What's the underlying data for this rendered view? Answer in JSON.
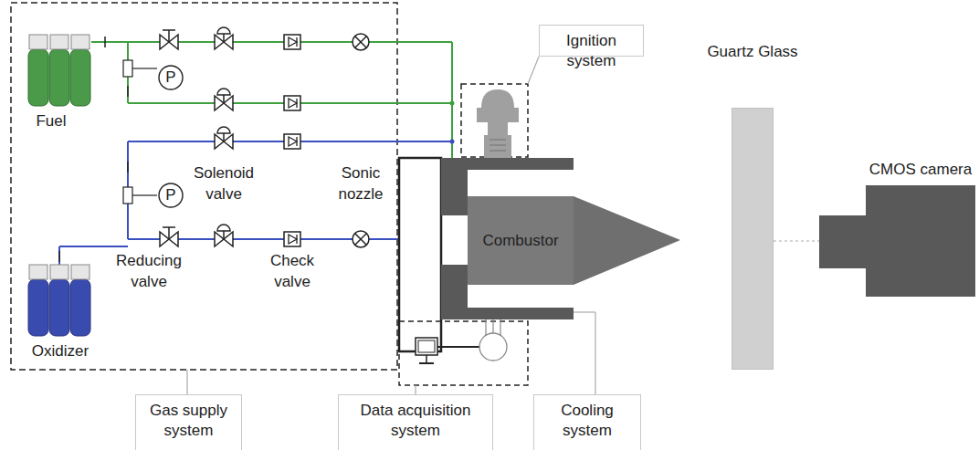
{
  "diagram": {
    "nodes": [
      {
        "text": [
          "Ignition system"
        ]
      },
      {
        "text": [
          "P"
        ]
      },
      {
        "text": [
          "Guartz Glass"
        ]
      },
      {
        "text": [
          "P"
        ]
      },
      {
        "text": [
          "Combustor"
        ]
      },
      {
        "text": [
          "CMOS camera"
        ]
      },
      {
        "text": [
          "Gas supply system"
        ]
      },
      {
        "text": [
          "Data acquisition system"
        ]
      },
      {
        "text": [
          "Cooling system"
        ]
      }
    ],
    "labels": [
      "Fuel",
      "Solenoid valve",
      "Sonic nozzle",
      "Reducing valve",
      "Check valve",
      "Oxidizer"
    ]
  }
}
